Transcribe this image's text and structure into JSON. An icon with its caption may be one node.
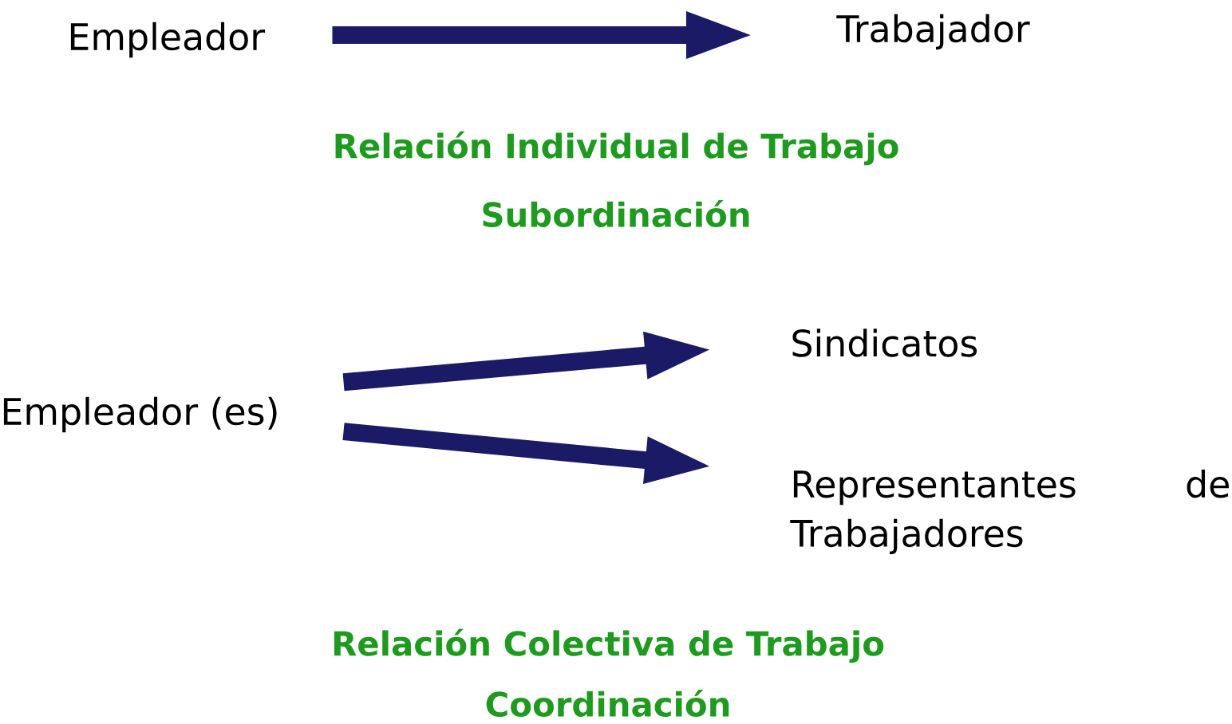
{
  "diagram": {
    "nodes": [
      {
        "text": [
          "Empleador"
        ]
      },
      {
        "text": [
          "Trabajador"
        ]
      },
      {
        "text": [
          "Empleador (es)"
        ]
      },
      {
        "text": [
          "Sindicatos"
        ]
      },
      {
        "text": [
          "Representantes de Trabajadores"
        ]
      }
    ],
    "edges": [
      {
        "from": 0,
        "to": 1,
        "arrow": "to"
      },
      {
        "from": 2,
        "to": 3,
        "arrow": "to"
      },
      {
        "from": 2,
        "to": 4,
        "arrow": "to"
      }
    ],
    "labels": [
      "Relación Individual de Trabajo",
      "Subordinación",
      "Relación Colectiva de Trabajo",
      "Coordinación"
    ]
  }
}
